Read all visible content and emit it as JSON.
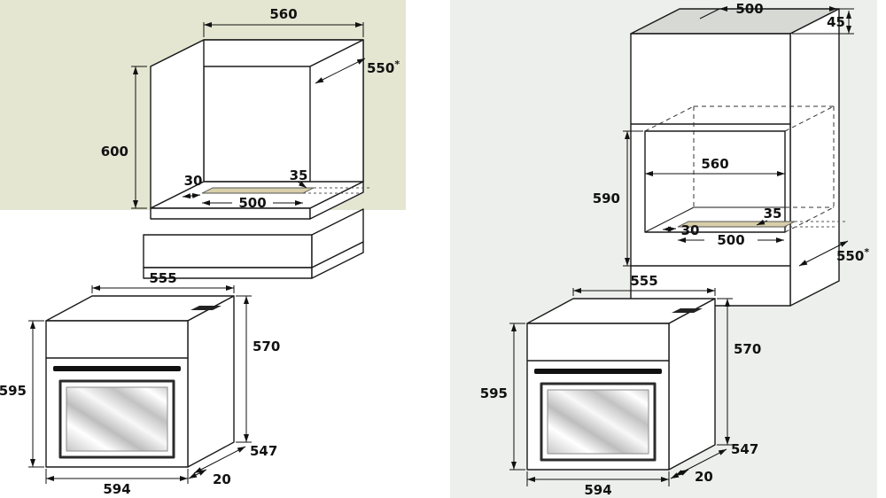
{
  "left": {
    "niche": {
      "width": "560",
      "depth": "550",
      "depth_star": "*",
      "height": "600",
      "vent_gap": "30",
      "vent_width": "500",
      "vent_depth": "35"
    },
    "oven": {
      "top_width": "555",
      "body_height": "570",
      "front_height": "595",
      "depth": "547",
      "front_width": "594",
      "door_offset": "20"
    }
  },
  "right": {
    "column": {
      "top_depth": "500",
      "top_edge": "45"
    },
    "niche": {
      "width": "560",
      "depth": "550",
      "depth_star": "*",
      "height": "590",
      "vent_gap": "30",
      "vent_width": "500",
      "vent_depth": "35"
    },
    "oven": {
      "top_width": "555",
      "body_height": "570",
      "front_height": "595",
      "depth": "547",
      "front_width": "594",
      "door_offset": "20"
    }
  }
}
